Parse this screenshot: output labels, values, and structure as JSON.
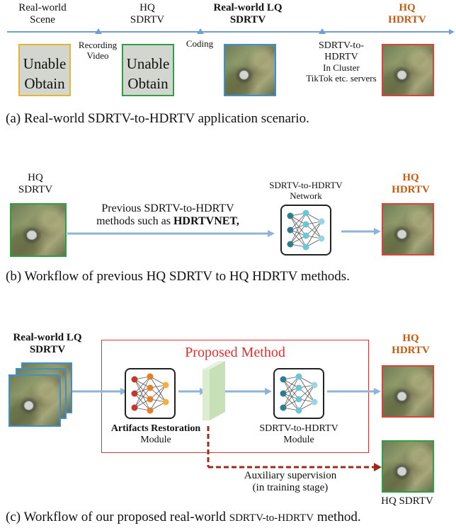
{
  "panel_a": {
    "labels": {
      "real_world_scene": [
        "Real-world",
        "Scene"
      ],
      "hq_sdrtv": [
        "HQ",
        "SDRTV"
      ],
      "real_world_lq_sdrtv": [
        "Real-world LQ",
        "SDRTV"
      ],
      "hq_hdrtv": [
        "HQ",
        "HDRTV"
      ]
    },
    "steps": {
      "recording": [
        "Recording",
        "Video"
      ],
      "coding": "Coding",
      "cluster": [
        "SDRTV-to-",
        "HDRTV",
        "In Cluster",
        "TikTok etc. servers"
      ]
    },
    "unable_text": [
      "Unable",
      "Obtain"
    ],
    "caption": "(a) Real-world SDRTV-to-HDRTV application scenario."
  },
  "panel_b": {
    "hq_sdrtv": [
      "HQ",
      "SDRTV"
    ],
    "hq_hdrtv": [
      "HQ",
      "HDRTV"
    ],
    "network_label": [
      "SDRTV-to-HDRTV",
      "Network"
    ],
    "arrow_text_line1": "Previous SDRTV-to-HDRTV",
    "arrow_text_line2_prefix": "methods such as ",
    "arrow_text_line2_bold": "HDRTVNET,",
    "caption": "(b) Workflow of previous HQ SDRTV to HQ HDRTV methods."
  },
  "panel_c": {
    "input_label": [
      "Real-world LQ",
      "SDRTV"
    ],
    "proposed_method": "Proposed Method",
    "artifacts_module": [
      "Artifacts Restoration",
      "Module"
    ],
    "hdr_module": [
      "SDRTV-to-HDRTV",
      "Module"
    ],
    "hq_hdrtv": [
      "HQ",
      "HDRTV"
    ],
    "aux": [
      "Auxiliary supervision",
      "(in training stage)"
    ],
    "hq_sdrtv": "HQ  SDRTV",
    "caption_prefix": "(c) Workflow of our proposed real-world ",
    "caption_small": "SDRTV-to-HDRTV",
    "caption_suffix": " method."
  },
  "colors": {
    "timeline": "#6fa0cf",
    "orange": "#c55a11",
    "red": "#e23030",
    "dashed_arrow": "#9e2a1c",
    "frame_yellow": "#e5b437",
    "frame_green": "#2f9e46",
    "frame_red": "#d9443a",
    "frame_blue": "#3d8fcf"
  }
}
